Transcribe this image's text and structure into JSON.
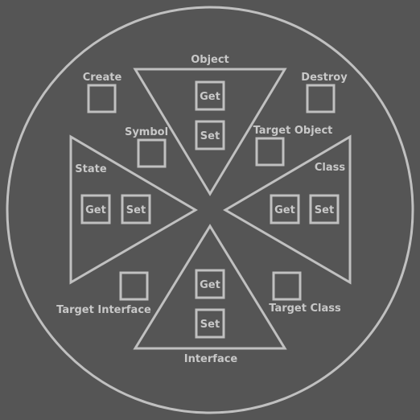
{
  "colors": {
    "background": "#555555",
    "stroke": "#c0c0c0",
    "text": "#c8c8c8"
  },
  "object": {
    "title": "Object",
    "get": "Get",
    "set": "Set"
  },
  "state": {
    "title": "State",
    "get": "Get",
    "set": "Set"
  },
  "class": {
    "title": "Class",
    "get": "Get",
    "set": "Set"
  },
  "interface": {
    "title": "Interface",
    "get": "Get",
    "set": "Set"
  },
  "actions": {
    "create": "Create",
    "destroy": "Destroy",
    "symbol": "Symbol",
    "target_object": "Target Object",
    "target_interface": "Target Interface",
    "target_class": "Target Class"
  }
}
